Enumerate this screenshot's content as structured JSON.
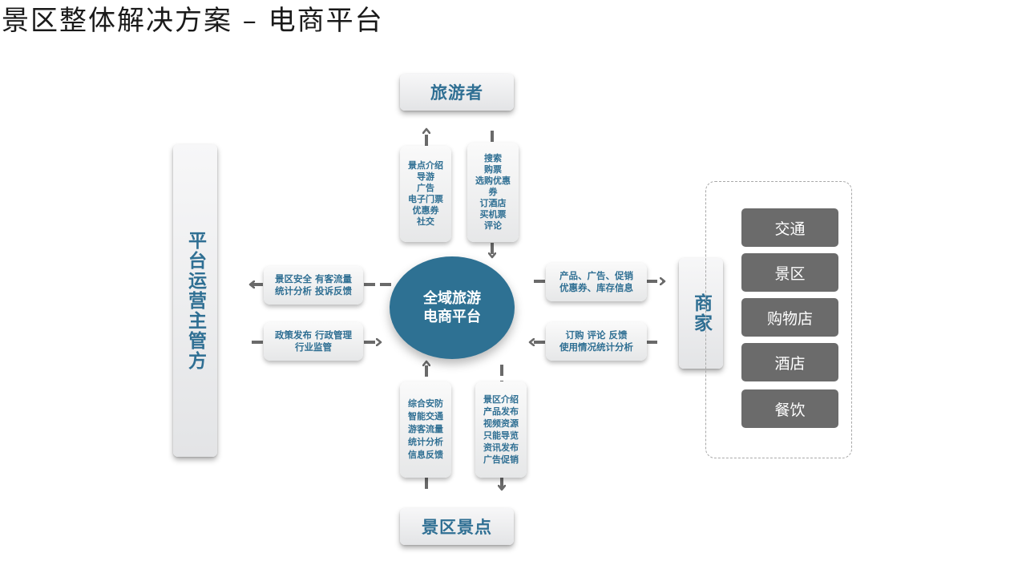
{
  "title": "景区整体解决方案 – 电商平台",
  "center": "全域旅游\n电商平台",
  "nodes": {
    "traveler": "旅游者",
    "regulator": "平台运营主管方",
    "merchant": "商家",
    "scenic": "景区景点"
  },
  "flows": {
    "to_traveler": "景点介绍\n导游\n广告\n电子门票\n优惠券\n社交",
    "from_traveler": "搜索\n购票\n选购优惠\n券\n订酒店\n买机票\n评论",
    "to_regulator": "景区安全 有客流量\n统计分析 投诉反馈",
    "from_regulator": "政策发布 行政管理\n行业监管",
    "to_merchant": "产品、广告、促销\n优惠券、库存信息",
    "from_merchant": "订购 评论 反馈\n使用情况统计分析",
    "from_scenic_1": "综合安防\n智能交通\n游客流量\n统计分析\n信息反馈",
    "to_scenic": "景区介绍\n产品发布\n视频资源\n只能导览\n资讯发布\n广告促销"
  },
  "merchant_items": [
    "交通",
    "景区",
    "购物店",
    "酒店",
    "餐饮"
  ],
  "colors": {
    "accent": "#2e7193",
    "text_blue": "#2f6f93",
    "merchant_item_bg": "#6b6b6b",
    "arrow": "#6a6a6a"
  }
}
